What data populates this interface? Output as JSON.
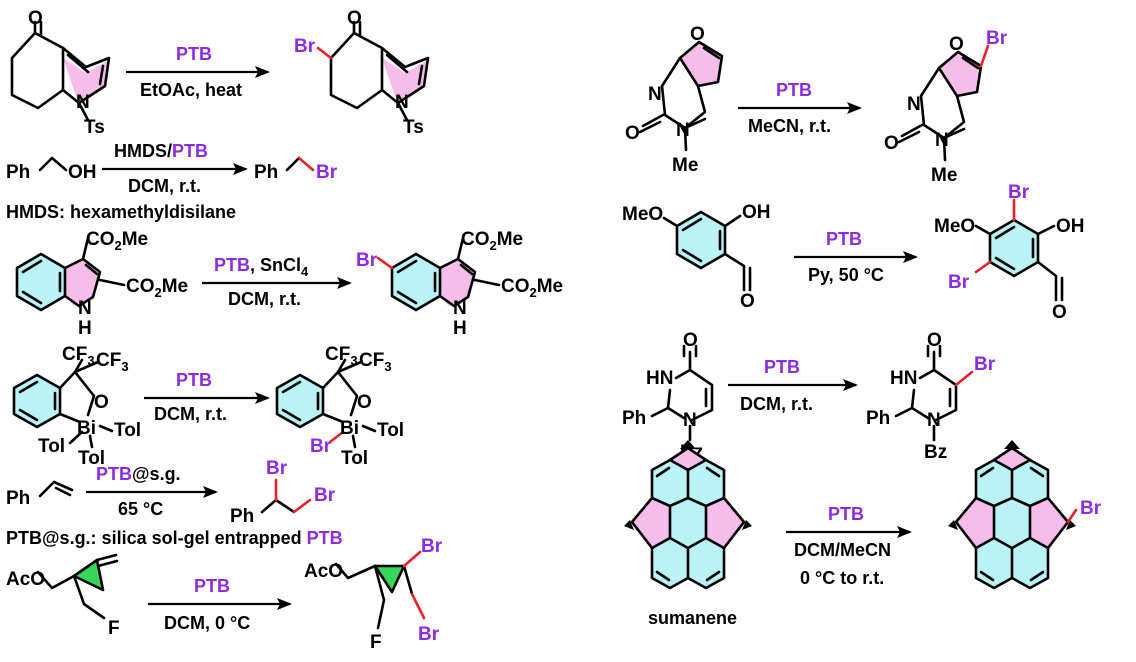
{
  "colors": {
    "reagent_highlight": "#8B2BE2",
    "bromine_label": "#8B2BE2",
    "new_bond": "#E8202A",
    "benzene_fill": "#B9F3F6",
    "five_ring_fill": "#F6BDEA",
    "cyclopropane_fill": "#35D65A"
  },
  "labels": {
    "ptb": "PTB",
    "br": "Br",
    "ts": "Ts",
    "ph": "Ph",
    "oh": "OH",
    "o": "O",
    "n": "N",
    "h": "H",
    "hn": "HN",
    "bz": "Bz",
    "me": "Me",
    "meo": "MeO",
    "aco": "AcO",
    "f": "F",
    "bi": "Bi",
    "tol": "Tol",
    "cf3_c": "CF",
    "three": "3",
    "co2me_co": "CO",
    "two": "2",
    "co2me_me": "Me",
    "sumanene": "sumanene"
  },
  "reactions": [
    {
      "id": "r1",
      "reagent_main": "PTB",
      "conditions": "EtOAc, heat"
    },
    {
      "id": "r2",
      "reagent_prefix": "HMDS/",
      "reagent_main": "PTB",
      "conditions": "DCM, r.t."
    },
    {
      "id": "r3",
      "reagent_main": "PTB",
      "reagent_suffix": ", SnCl",
      "reagent_suffix_sub": "4",
      "conditions": "DCM, r.t."
    },
    {
      "id": "r4",
      "reagent_main": "PTB",
      "conditions": "DCM, r.t."
    },
    {
      "id": "r5",
      "reagent_main": "PTB",
      "reagent_suffix": "@s.g.",
      "conditions": "65 °C"
    },
    {
      "id": "r6",
      "reagent_main": "PTB",
      "conditions": "DCM, 0 °C"
    },
    {
      "id": "r7",
      "reagent_main": "PTB",
      "conditions": "MeCN, r.t."
    },
    {
      "id": "r8",
      "reagent_main": "PTB",
      "conditions": "Py,  50 °C"
    },
    {
      "id": "r9",
      "reagent_main": "PTB",
      "conditions": "DCM, r.t."
    },
    {
      "id": "r10",
      "reagent_main": "PTB",
      "conditions": "DCM/MeCN",
      "conditions2": "0 °C to r.t."
    }
  ],
  "notes": {
    "hmds": "HMDS: hexamethyldisilane",
    "ptbsg_prefix": "PTB@s.g.: silica sol-gel entrapped ",
    "ptbsg_suffix": "PTB"
  }
}
